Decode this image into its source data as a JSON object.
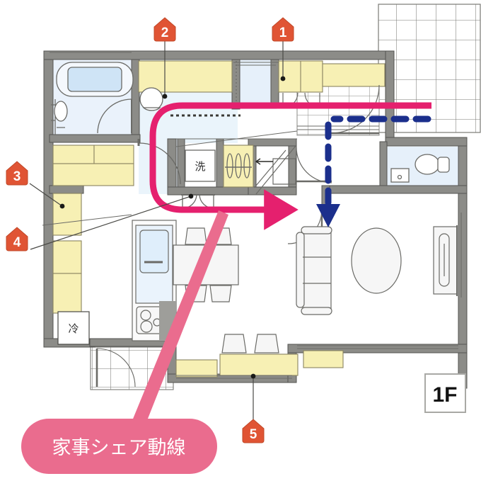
{
  "figure": {
    "floor_label": "1F",
    "callout_label": "家事シェア動線",
    "room_labels": [
      {
        "id": "washer",
        "text": "洗"
      },
      {
        "id": "fridge",
        "text": "冷"
      }
    ],
    "markers": [
      {
        "id": "marker-1",
        "number": "1"
      },
      {
        "id": "marker-2",
        "number": "2"
      },
      {
        "id": "marker-3",
        "number": "3"
      },
      {
        "id": "marker-4",
        "number": "4"
      },
      {
        "id": "marker-5",
        "number": "5"
      }
    ],
    "routes": [
      {
        "id": "housework-route",
        "color": "#e5206e",
        "style": "solid"
      },
      {
        "id": "secondary-route",
        "color": "#1b2f8c",
        "style": "dashed"
      }
    ],
    "colors": {
      "marker_fill": "#e05434",
      "marker_stroke": "#c04828",
      "callout_fill": "#e87390",
      "route_pink": "#e5206e",
      "route_navy": "#1b2f8c",
      "wall": "#8c8c88",
      "wall_dark": "#6e6e6a",
      "cabinet_yellow": "#f7f0b4",
      "water_blue": "#e9f1fa",
      "tile_line": "#7a7a76",
      "furniture_line": "#6b6b67",
      "furniture_fill": "#f6f6f6"
    }
  }
}
